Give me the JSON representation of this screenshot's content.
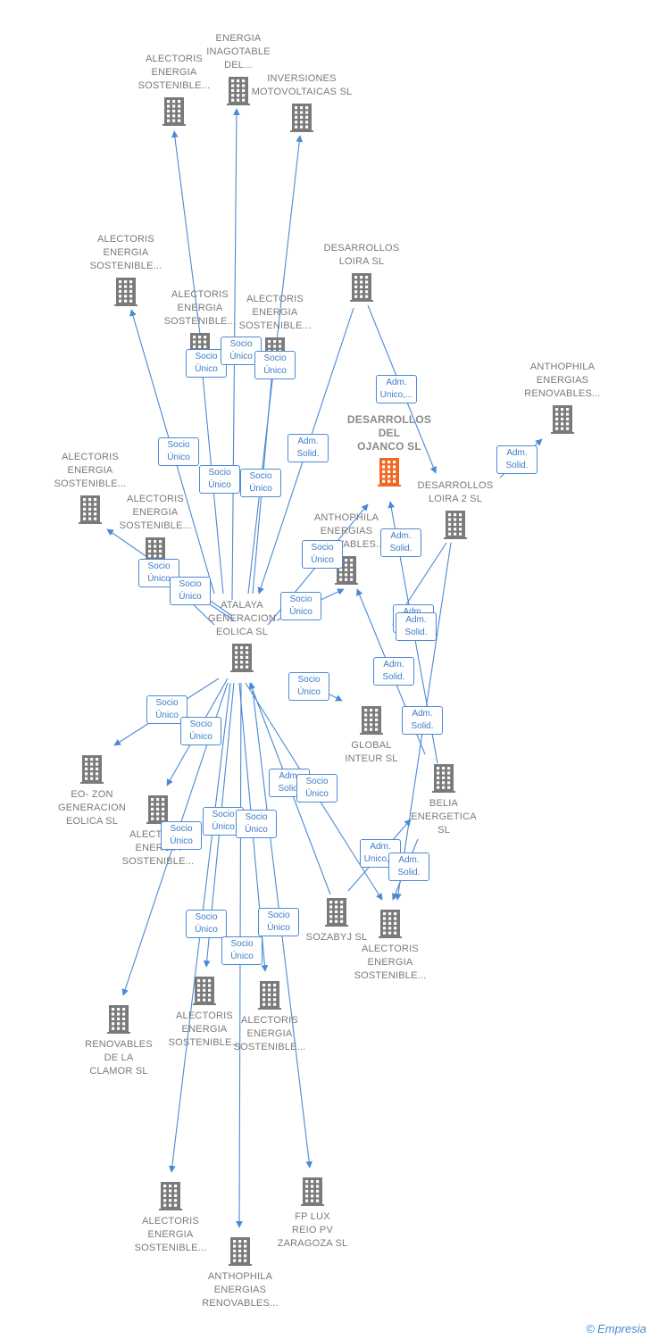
{
  "footer": {
    "copyright": "©",
    "brand": "Empresia"
  },
  "colors": {
    "node": "#7a7a7a",
    "highlight": "#f26522",
    "edge": "#4a8ad4",
    "badge_text": "#3d7cc9"
  },
  "nodes": [
    {
      "id": "alectoris-1",
      "lines": [
        "ALECTORIS",
        "ENERGIA",
        "SOSTENIBLE..."
      ],
      "icon": "building-icon"
    },
    {
      "id": "energia-inagotable",
      "lines": [
        "ENERGIA",
        "INAGOTABLE",
        "DEL..."
      ],
      "icon": "building-icon"
    },
    {
      "id": "inversiones-motovoltaicas",
      "lines": [
        "INVERSIONES",
        "MOTOVOLTAICAS SL"
      ],
      "icon": "building-icon"
    },
    {
      "id": "alectoris-2",
      "lines": [
        "ALECTORIS",
        "ENERGIA",
        "SOSTENIBLE..."
      ],
      "icon": "building-icon"
    },
    {
      "id": "desarrollos-loira",
      "lines": [
        "DESARROLLOS",
        "LOIRA SL"
      ],
      "icon": "building-icon"
    },
    {
      "id": "alectoris-3",
      "lines": [
        "ALECTORIS",
        "ENERGIA",
        "SOSTENIBLE..."
      ],
      "icon": "building-icon"
    },
    {
      "id": "alectoris-4",
      "lines": [
        "ALECTORIS",
        "ENERGIA",
        "SOSTENIBLE..."
      ],
      "icon": "building-icon"
    },
    {
      "id": "anthophila-1",
      "lines": [
        "ANTHOPHILA",
        "ENERGIAS",
        "RENOVABLES..."
      ],
      "icon": "building-icon"
    },
    {
      "id": "desarrollos-ojanco",
      "lines": [
        "DESARROLLOS",
        "DEL",
        "OJANCO SL"
      ],
      "icon": "building-icon",
      "highlight": true
    },
    {
      "id": "desarrollos-loira-2",
      "lines": [
        "DESARROLLOS",
        "LOIRA 2 SL"
      ],
      "icon": "building-icon"
    },
    {
      "id": "alectoris-5",
      "lines": [
        "ALECTORIS",
        "ENERGIA",
        "SOSTENIBLE..."
      ],
      "icon": "building-icon"
    },
    {
      "id": "alectoris-6",
      "lines": [
        "ALECTORIS",
        "ENERGIA",
        "SOSTENIBLE..."
      ],
      "icon": "building-icon"
    },
    {
      "id": "anthophila-2",
      "lines": [
        "ANTHOPHILA",
        "ENERGIAS",
        "RENOVABLES..."
      ],
      "icon": "building-icon"
    },
    {
      "id": "atalaya",
      "lines": [
        "ATALAYA",
        "GENERACION",
        "EOLICA SL"
      ],
      "icon": "building-icon"
    },
    {
      "id": "global-inteur",
      "lines": [
        "GLOBAL",
        "INTEUR SL"
      ],
      "icon": "building-icon"
    },
    {
      "id": "belia",
      "lines": [
        "BELIA",
        "ENERGETICA",
        "SL"
      ],
      "icon": "building-icon"
    },
    {
      "id": "eo-zon",
      "lines": [
        "EO- ZON",
        "GENERACION",
        "EOLICA SL"
      ],
      "icon": "building-icon"
    },
    {
      "id": "alectoris-7",
      "lines": [
        "ALECTORIS",
        "ENERGIA",
        "SOSTENIBLE..."
      ],
      "icon": "building-icon"
    },
    {
      "id": "sozabyj",
      "lines": [
        "SOZABYJ SL"
      ],
      "icon": "building-icon"
    },
    {
      "id": "alectoris-8",
      "lines": [
        "ALECTORIS",
        "ENERGIA",
        "SOSTENIBLE..."
      ],
      "icon": "building-icon"
    },
    {
      "id": "renovables-clamor",
      "lines": [
        "RENOVABLES",
        "DE LA",
        "CLAMOR SL"
      ],
      "icon": "building-icon"
    },
    {
      "id": "alectoris-9",
      "lines": [
        "ALECTORIS",
        "ENERGIA",
        "SOSTENIBLE..."
      ],
      "icon": "building-icon"
    },
    {
      "id": "alectoris-10",
      "lines": [
        "ALECTORIS",
        "ENERGIA",
        "SOSTENIBLE..."
      ],
      "icon": "building-icon"
    },
    {
      "id": "alectoris-11",
      "lines": [
        "ALECTORIS",
        "ENERGIA",
        "SOSTENIBLE..."
      ],
      "icon": "building-icon"
    },
    {
      "id": "fp-lux",
      "lines": [
        "FP LUX",
        "REIO PV",
        "ZARAGOZA SL"
      ],
      "icon": "building-icon"
    },
    {
      "id": "anthophila-3",
      "lines": [
        "ANTHOPHILA",
        "ENERGIAS",
        "RENOVABLES..."
      ],
      "icon": "building-icon"
    }
  ],
  "badges": [
    {
      "lines": [
        "Socio",
        "Único"
      ]
    },
    {
      "lines": [
        "Socio",
        "Único"
      ]
    },
    {
      "lines": [
        "Socio",
        "Único"
      ]
    },
    {
      "lines": [
        "Socio",
        "Único"
      ]
    },
    {
      "lines": [
        "Socio",
        "Único"
      ]
    },
    {
      "lines": [
        "Socio",
        "Único"
      ]
    },
    {
      "lines": [
        "Adm.",
        "Solid."
      ]
    },
    {
      "lines": [
        "Adm.",
        "Unico,..."
      ]
    },
    {
      "lines": [
        "Adm.",
        "Solid."
      ]
    },
    {
      "lines": [
        "Socio",
        "Único"
      ]
    },
    {
      "lines": [
        "Socio",
        "Único"
      ]
    },
    {
      "lines": [
        "Socio",
        "Único"
      ]
    },
    {
      "lines": [
        "Socio",
        "Único"
      ]
    },
    {
      "lines": [
        "Adm.",
        "Solid."
      ]
    },
    {
      "lines": [
        "Adm.",
        "Solid."
      ]
    },
    {
      "lines": [
        "Adm.",
        "Solid."
      ]
    },
    {
      "lines": [
        "Adm.",
        "Solid."
      ]
    },
    {
      "lines": [
        "Adm.",
        "Solid."
      ]
    },
    {
      "lines": [
        "Socio",
        "Único"
      ]
    },
    {
      "lines": [
        "Socio",
        "Único"
      ]
    },
    {
      "lines": [
        "Socio",
        "Único"
      ]
    },
    {
      "lines": [
        "Adm.",
        "Solid."
      ]
    },
    {
      "lines": [
        "Socio",
        "Único"
      ]
    },
    {
      "lines": [
        "Socio",
        "Único"
      ]
    },
    {
      "lines": [
        "Socio",
        "Único"
      ]
    },
    {
      "lines": [
        "Socio",
        "Único"
      ]
    },
    {
      "lines": [
        "Adm.",
        "Unico,..."
      ]
    },
    {
      "lines": [
        "Adm.",
        "Solid."
      ]
    },
    {
      "lines": [
        "Socio",
        "Único"
      ]
    },
    {
      "lines": [
        "Socio",
        "Único"
      ]
    },
    {
      "lines": [
        "Socio",
        "Único"
      ]
    }
  ]
}
